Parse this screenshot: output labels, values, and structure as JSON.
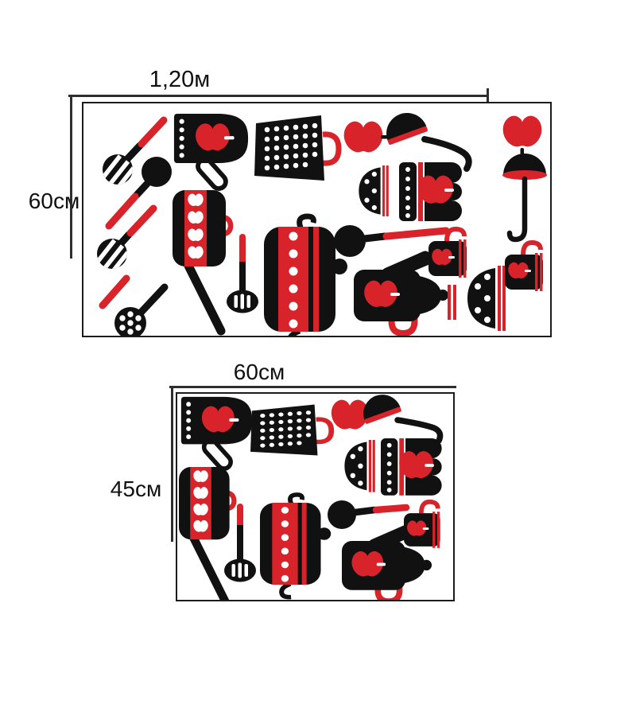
{
  "colors": {
    "accent_red": "#d8232a",
    "ink_black": "#111111",
    "dimension_line": "#2e2e2e",
    "background": "#ffffff"
  },
  "panels": [
    {
      "name": "large-sticker-panel",
      "width_label": "1,20м",
      "height_label": "60см",
      "items": [
        "slotted-skimmer",
        "ladle-spoon",
        "slotted-skimmer",
        "stirring-rod",
        "perforated-skimmer",
        "slotted-spatula",
        "oven-mitt-with-apple",
        "grater",
        "apple",
        "soup-ladle",
        "apple",
        "umbrella-ladle",
        "frying-pan-with-apples",
        "dotted-pot",
        "spoon",
        "kettle-with-apple",
        "cup-with-apple",
        "dotted-bowl",
        "rotated-oven-mitt",
        "dotted-bowl",
        "cup-with-apple",
        "red-stripe-accent"
      ]
    },
    {
      "name": "small-sticker-panel",
      "width_label": "60см",
      "height_label": "45см",
      "items": [
        "oven-mitt-with-apple",
        "grater",
        "apple",
        "soup-ladle",
        "dotted-bowl",
        "rotated-oven-mitt",
        "frying-pan-with-apples",
        "slotted-spatula",
        "dotted-pot",
        "spoon",
        "kettle-with-apple",
        "cup-with-apple"
      ]
    }
  ]
}
